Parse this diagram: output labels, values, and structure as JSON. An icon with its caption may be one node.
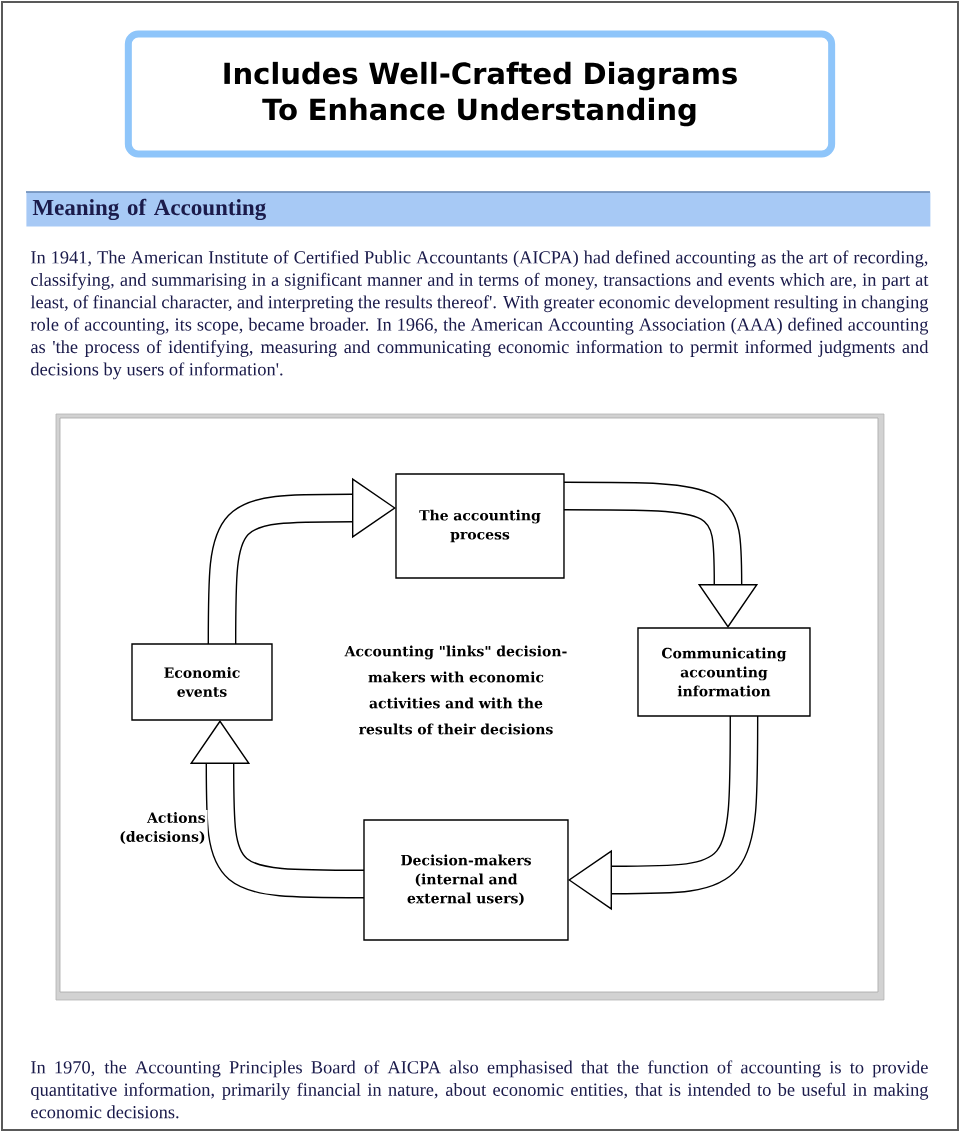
{
  "diagram": {
    "title": "Includes Well-Crafted Diagrams To Enhance Understanding",
    "nodes": [
      {
        "text": [
          "The accounting process"
        ]
      },
      {
        "text": [
          "Communicating accounting information"
        ]
      },
      {
        "text": [
          "Decision-makers (internal and external users)"
        ]
      },
      {
        "text": [
          "Economic events"
        ]
      }
    ],
    "edges": [
      {
        "from": 3,
        "to": 0,
        "arrow": "to"
      },
      {
        "from": 0,
        "to": 1,
        "arrow": "to"
      },
      {
        "from": 1,
        "to": 2,
        "arrow": "to"
      },
      {
        "from": 2,
        "to": 3,
        "arrow": "to",
        "label": "Actions (decisions)"
      }
    ],
    "labels": [
      "Meaning of Accounting",
      "In 1941, The American Institute of Certified Public Accountants (AICPA) had defined accounting as the art of recording, classifying, and summarising in a significant manner and in terms of money, transactions and events which are, in part at least, of financial character, and interpreting the results thereof'. With greater economic development resulting in changing role of accounting, its scope, became broader. In 1966, the American Accounting Association (AAA) defined accounting as 'the process of identifying, measuring and communicating economic information to permit informed judgments and decisions by users of information'.",
      "Accounting \"links\" decision-makers with economic activities and with the results of their decisions",
      "In 1970, the Accounting Principles Board of AICPA also emphasised that the function of accounting is to provide quantitative information, primarily financial in nature, about economic entities, that is intended to be useful in making economic decisions."
    ]
  }
}
